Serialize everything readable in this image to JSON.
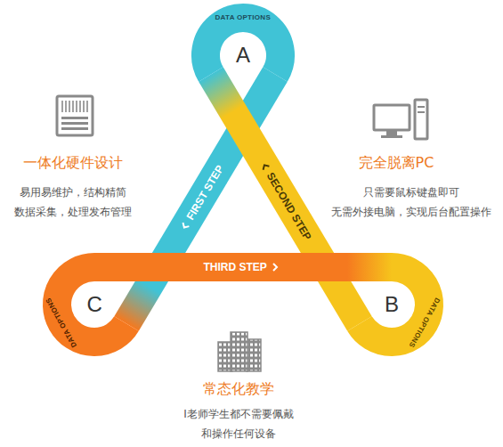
{
  "diagram": {
    "nodes": [
      {
        "text": [
          "DATA OPTIONS",
          "A"
        ]
      },
      {
        "text": [
          "DATA OPTIONS",
          "C"
        ]
      },
      {
        "text": [
          "B",
          "DATA OPTIONS"
        ]
      }
    ],
    "edges": [
      {
        "from": 1,
        "to": 0,
        "label": "FIRST STEP",
        "arrow": "none"
      },
      {
        "from": 0,
        "to": 2,
        "label": "SECOND STEP",
        "arrow": "none"
      },
      {
        "from": 1,
        "to": 2,
        "label": "THIRD STEP",
        "arrow": "none"
      }
    ],
    "labels": [
      "一体化硬件设计",
      "易用易维护，结构精简 数据采集，处理发布管理",
      "完全脱离PC",
      "只需要鼠标键盘即可 无需外接电脑，实现后台配置操作",
      "常态化教学",
      "I老师学生都不需要佩戴 和操作任何设备"
    ]
  }
}
